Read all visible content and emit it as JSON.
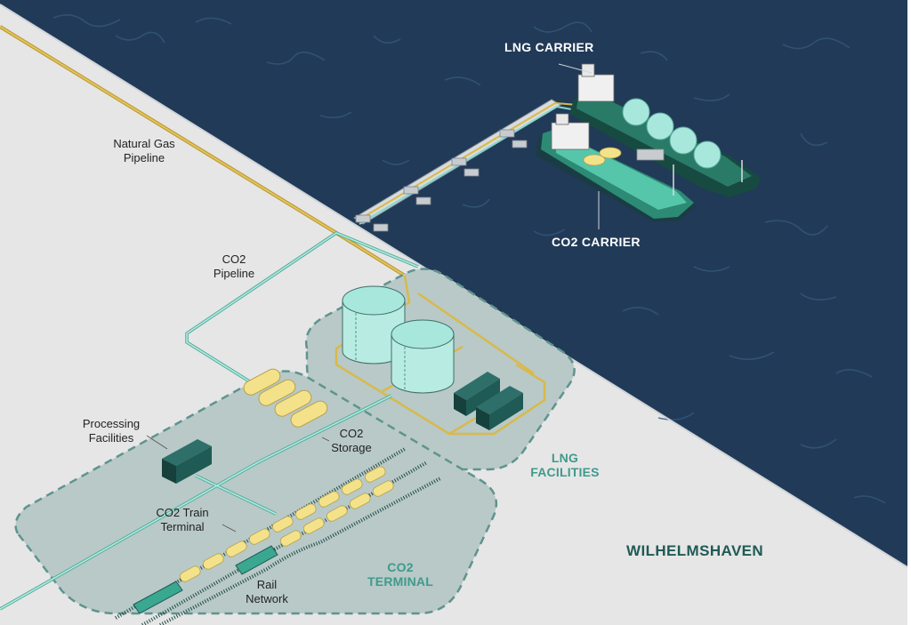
{
  "colors": {
    "water": "#213a58",
    "water_ripple": "#3a5f80",
    "land": "#e6e6e6",
    "zone_fill": "#b8c9c8",
    "zone_border": "#5f948d",
    "gas_pipe": "#d9b94a",
    "co2_pipe": "#86d8cc",
    "tank": "#a8e8dc",
    "building": "#1f5a55",
    "co2_vessel": "#f4e28a",
    "ship_hull": "#1f6b5c",
    "label_zone": "#3e9a8c",
    "label_city": "#1f5a55"
  },
  "labels": {
    "natural_gas_pipeline": "Natural Gas\nPipeline",
    "co2_pipeline": "CO2\nPipeline",
    "processing_facilities": "Processing\nFacilities",
    "co2_storage": "CO2\nStorage",
    "co2_train_terminal": "CO2 Train\nTerminal",
    "rail_network": "Rail\nNetwork"
  },
  "zones": {
    "lng_facilities": "LNG\nFACILITIES",
    "co2_terminal": "CO2\nTERMINAL"
  },
  "ships": {
    "lng_carrier": "LNG CARRIER",
    "co2_carrier": "CO2 CARRIER"
  },
  "location": "WILHELMSHAVEN"
}
